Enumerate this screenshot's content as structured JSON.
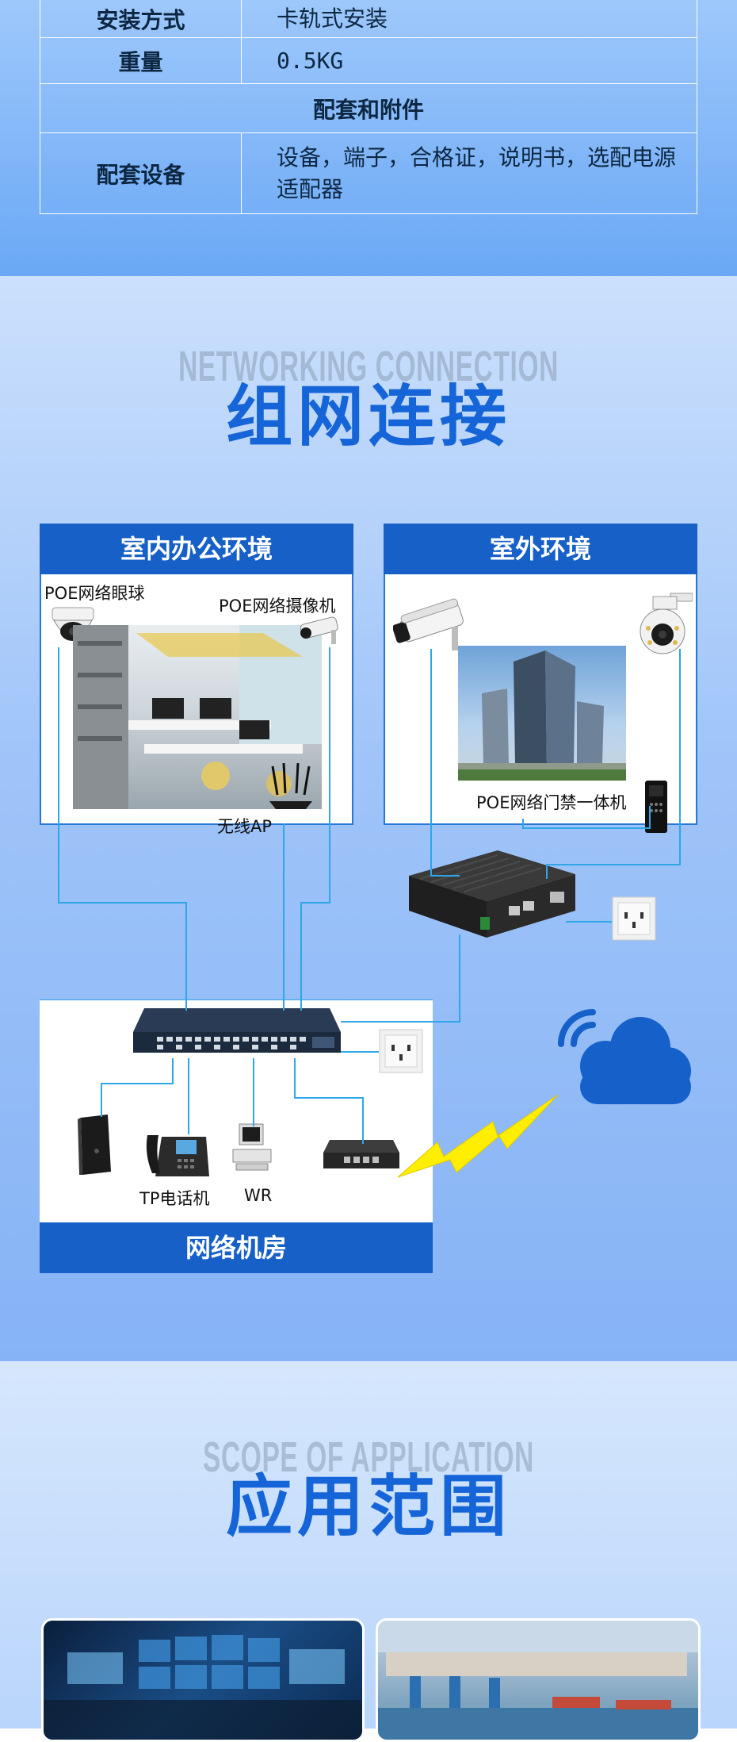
{
  "spec_table": {
    "rows": [
      {
        "key": "安装方式",
        "value": "卡轨式安装"
      },
      {
        "key": "重量",
        "value": "0.5KG"
      }
    ],
    "section_header": "配套和附件",
    "accessory_row": {
      "key": "配套设备",
      "value": "设备，端子，合格证，说明书，选配电源适配器"
    }
  },
  "networking": {
    "bg_text": "NETWORKING CONNECTION",
    "title": "组网连接",
    "indoor": {
      "title": "室内办公环境",
      "labels": {
        "dome_camera": "POE网络眼球",
        "bullet_camera": "POE网络摄像机",
        "wireless_ap": "无线AP"
      }
    },
    "outdoor": {
      "title": "室外环境",
      "labels": {
        "access_control": "POE网络门禁一体机"
      }
    },
    "server_room": {
      "title": "网络机房",
      "labels": {
        "tp_phone": "TP电话机",
        "wr": "WR"
      }
    }
  },
  "application": {
    "bg_text": "SCOPE OF APPLICATION",
    "title": "应用范围"
  },
  "colors": {
    "accent_blue": "#1565d8",
    "panel_header": "#1660c7",
    "wire": "#2ea6e8",
    "lightning": "#ffee00",
    "cloud": "#1560c9"
  }
}
